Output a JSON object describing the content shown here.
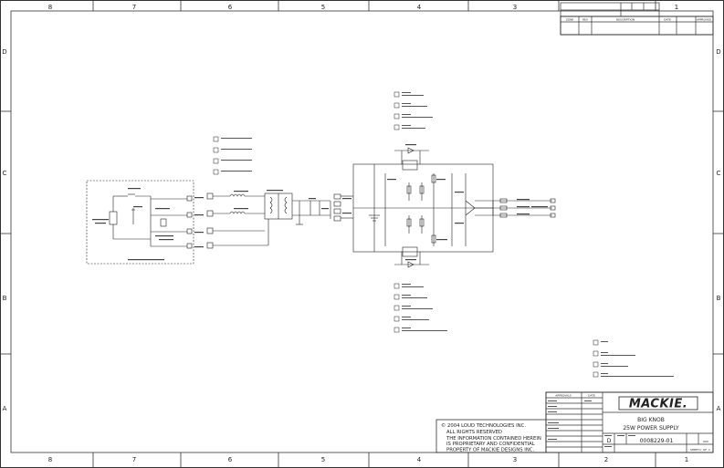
{
  "zones": {
    "columns": [
      "8",
      "7",
      "6",
      "5",
      "4",
      "3",
      "2",
      "1"
    ],
    "rows": [
      "D",
      "C",
      "B",
      "A"
    ]
  },
  "revision_block": {
    "headers": [
      "ZONE",
      "REV",
      "DESCRIPTION",
      "DATE",
      "APPROVED"
    ],
    "row": [
      "",
      "",
      "",
      "",
      ""
    ]
  },
  "title_block": {
    "approvals_label": "APPROVALS",
    "date_label": "DATE",
    "brand": "MACKIE.",
    "title_line1": "BIG KNOB",
    "title_line2": "25W POWER SUPPLY",
    "drawing_number": "0008229-01",
    "rev_value": "000",
    "size_value": "D",
    "sheet_label": "SHEET",
    "sheet_value": "1",
    "of_label": "OF",
    "of_value": "1"
  },
  "copyright": {
    "lines": [
      "© 2004 LOUD TECHNOLOGIES INC.",
      "ALL RIGHTS RESERVED",
      "THE INFORMATION CONTAINED HEREIN",
      "IS PROPRIETARY AND CONFIDENTIAL",
      "PROPERTY OF MACKIE DESIGNS INC."
    ]
  },
  "colors": {
    "line": "#222222",
    "border": "#333333",
    "paper": "#ffffff"
  }
}
